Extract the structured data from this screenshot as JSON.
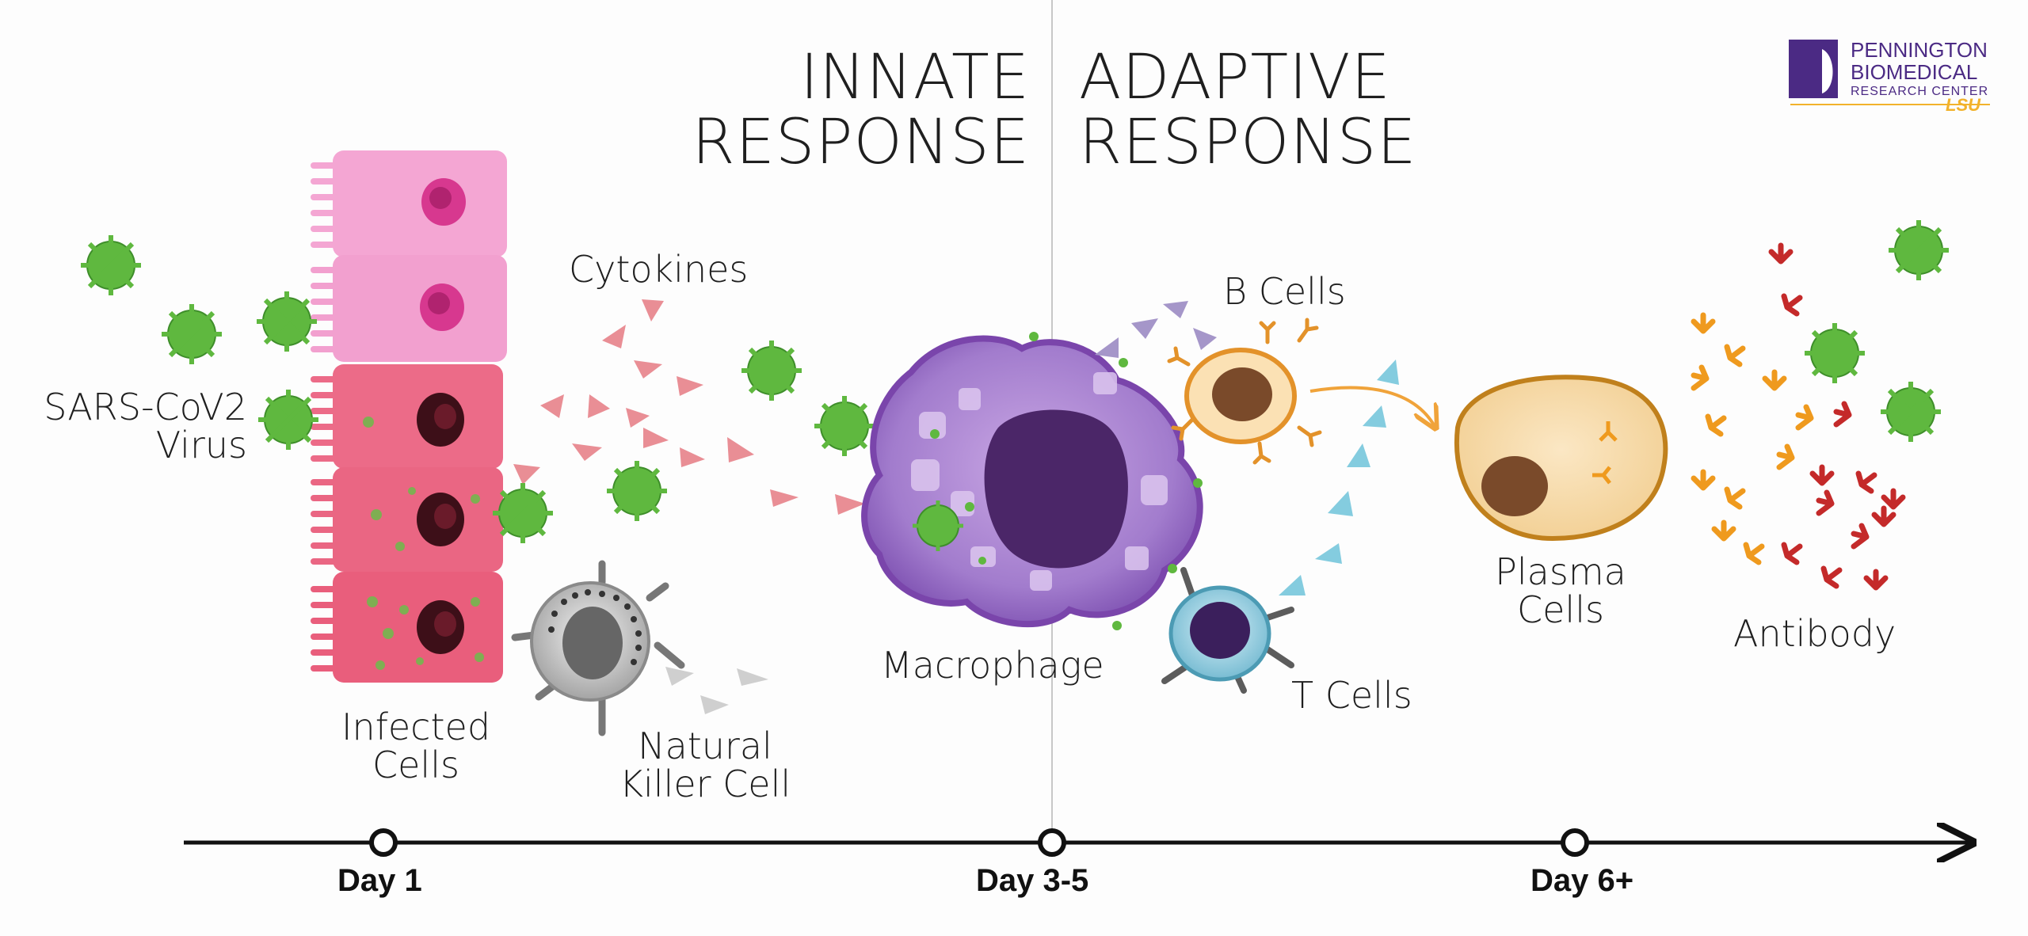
{
  "headings": {
    "innate": [
      "INNATE",
      "RESPONSE"
    ],
    "adaptive": [
      "ADAPTIVE",
      "RESPONSE"
    ]
  },
  "labels": {
    "virus": [
      "SARS-CoV2",
      "Virus"
    ],
    "cytokines": "Cytokines",
    "infected": [
      "Infected",
      "Cells"
    ],
    "nk": [
      "Natural",
      "Killer Cell"
    ],
    "macrophage": "Macrophage",
    "b_cells": "B Cells",
    "t_cells": "T Cells",
    "plasma": [
      "Plasma",
      "Cells"
    ],
    "antibody": "Antibody"
  },
  "timeline": {
    "day1": "Day 1",
    "day3": "Day 3-5",
    "day6": "Day 6+"
  },
  "logo": {
    "line1": "PENNINGTON",
    "line2": "BIOMEDICAL",
    "line3": "RESEARCH CENTER",
    "line4": "LSU"
  },
  "colors": {
    "virus": "#5fb83f",
    "cytokine": "#e98e95",
    "macrophage": "#9b6dc4",
    "nucleus": "#4b2668",
    "b_cell": "#e3922a",
    "t_cell_arrow": "#84ccdf",
    "antibody_orange": "#ef9a1e",
    "antibody_red": "#c42a2a",
    "logo": "#4b2a84",
    "lsu": "#f2b22b"
  }
}
